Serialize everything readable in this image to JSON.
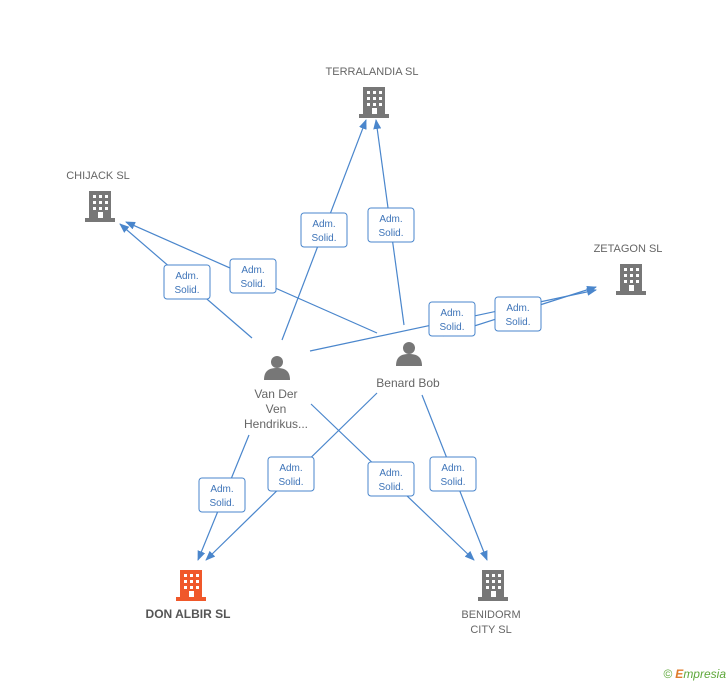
{
  "companies": {
    "terralandia": {
      "name": "TERRALANDIA SL",
      "color": "#777777"
    },
    "chijack": {
      "name": "CHIJACK SL",
      "color": "#777777"
    },
    "zetagon": {
      "name": "ZETAGON SL",
      "color": "#777777"
    },
    "don_albir": {
      "name": "DON ALBIR SL",
      "color": "#f0582a"
    },
    "benidorm": {
      "name_line1": "BENIDORM",
      "name_line2": "CITY SL",
      "color": "#777777"
    }
  },
  "persons": {
    "van_der_ven": {
      "line1": "Van Der",
      "line2": "Ven",
      "line3": "Hendrikus..."
    },
    "benard_bob": {
      "name": "Benard Bob"
    }
  },
  "relation": {
    "line1": "Adm.",
    "line2": "Solid."
  },
  "footer": {
    "copyright": "©",
    "brand_initial": "E",
    "brand_rest": "mpresia"
  }
}
